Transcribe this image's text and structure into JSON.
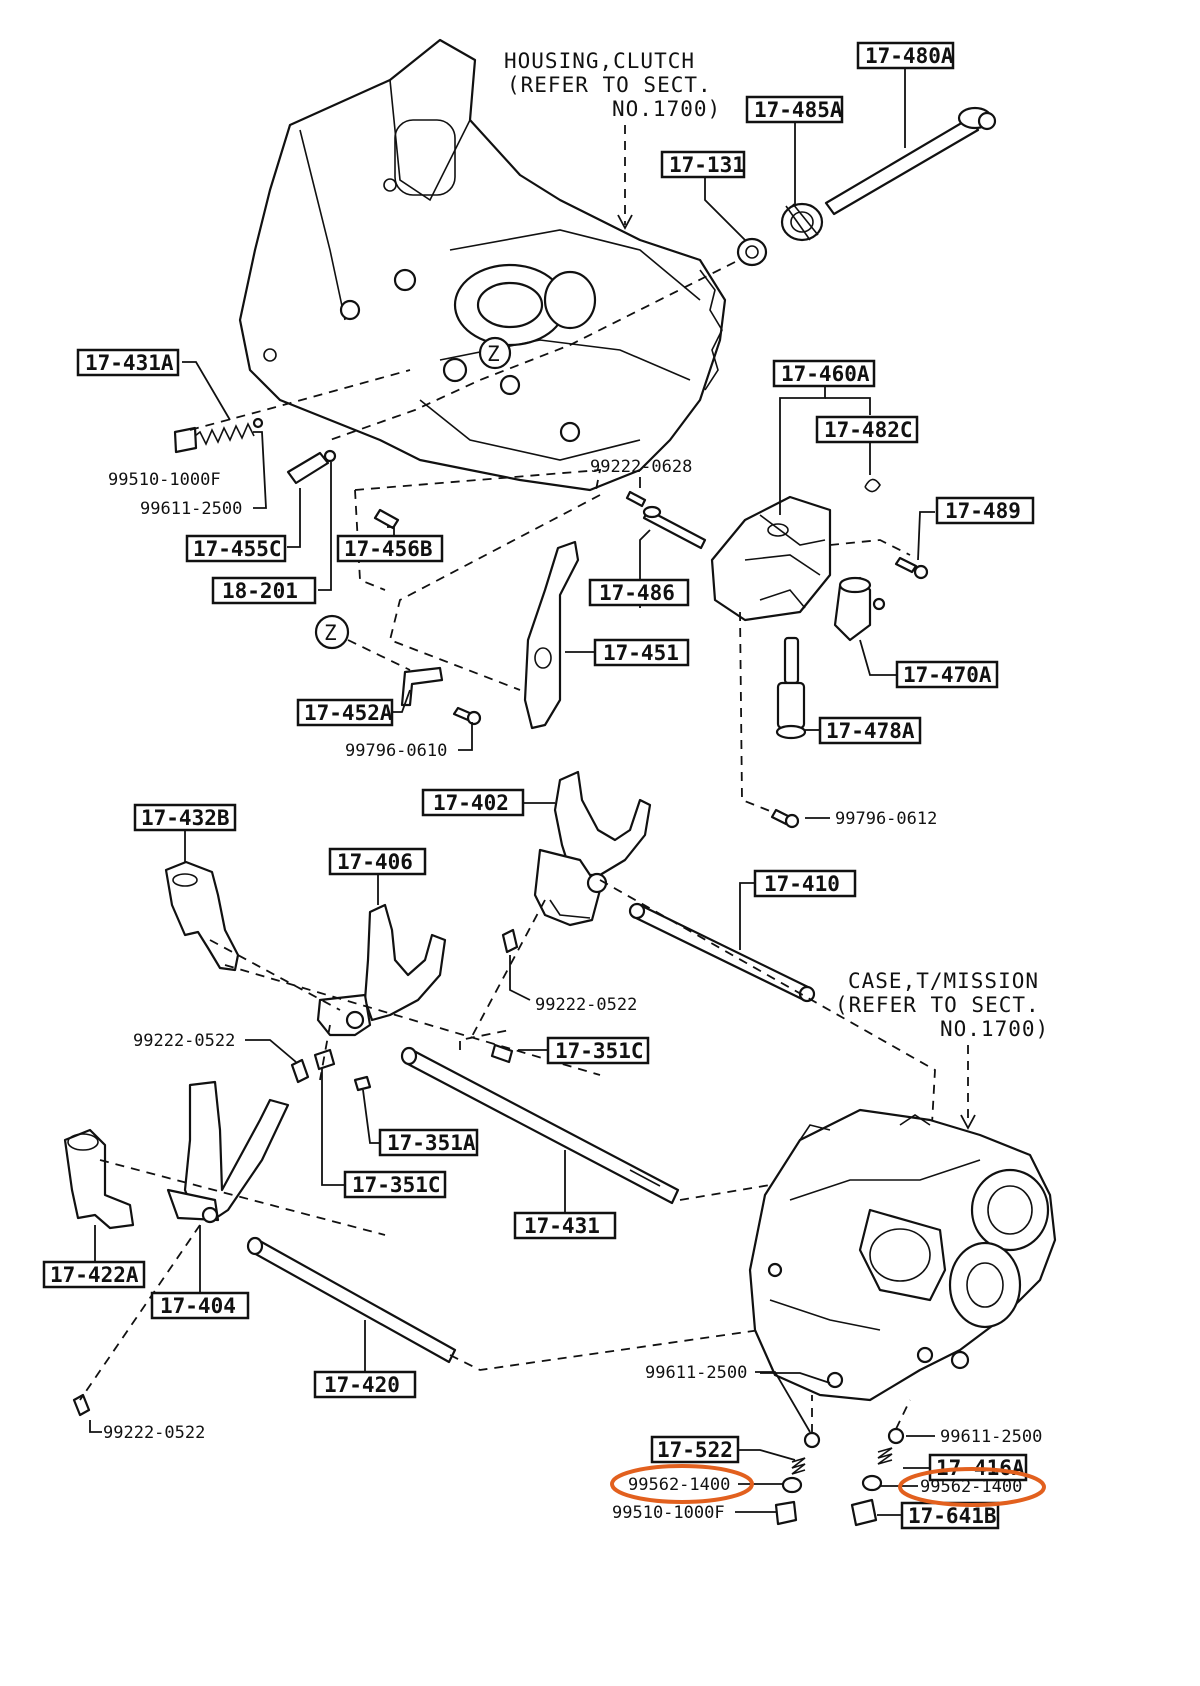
{
  "notes": {
    "housing_line1": "HOUSING,CLUTCH",
    "housing_line2": "(REFER TO SECT.",
    "housing_line3": "NO.1700)",
    "case_line1": "CASE,T/MISSION",
    "case_line2": "(REFER TO SECT.",
    "case_line3": "NO.1700)"
  },
  "callout_marker": "Z",
  "boxed_labels": {
    "p17_480A": "17-480A",
    "p17_485A": "17-485A",
    "p17_131": "17-131",
    "p17_431A": "17-431A",
    "p17_460A": "17-460A",
    "p17_482C": "17-482C",
    "p17_489": "17-489",
    "p17_455C": "17-455C",
    "p17_456B": "17-456B",
    "p18_201": "18-201",
    "p17_486": "17-486",
    "p17_451": "17-451",
    "p17_470A": "17-470A",
    "p17_452A": "17-452A",
    "p17_478A": "17-478A",
    "p17_402": "17-402",
    "p17_432B": "17-432B",
    "p17_406": "17-406",
    "p17_410": "17-410",
    "p17_351C_top": "17-351C",
    "p17_351A": "17-351A",
    "p17_351C_mid": "17-351C",
    "p17_431": "17-431",
    "p17_422A": "17-422A",
    "p17_404": "17-404",
    "p17_420": "17-420",
    "p17_522": "17-522",
    "p17_416A": "17-416A",
    "p17_641B": "17-641B"
  },
  "plain_labels": {
    "p99510_1000F_top": "99510-1000F",
    "p99611_2500_left": "99611-2500",
    "p99222_0628": "99222-0628",
    "p99796_0610": "99796-0610",
    "p99796_0612": "99796-0612",
    "p99222_0522_a": "99222-0522",
    "p99222_0522_b": "99222-0522",
    "p99222_0522_c": "99222-0522",
    "p99611_2500_mid": "99611-2500",
    "p99611_2500_right": "99611-2500",
    "p99562_1400_left": "99562-1400",
    "p99562_1400_right": "99562-1400",
    "p99510_1000F_bottom": "99510-1000F"
  },
  "highlight_color": "#e2601e"
}
